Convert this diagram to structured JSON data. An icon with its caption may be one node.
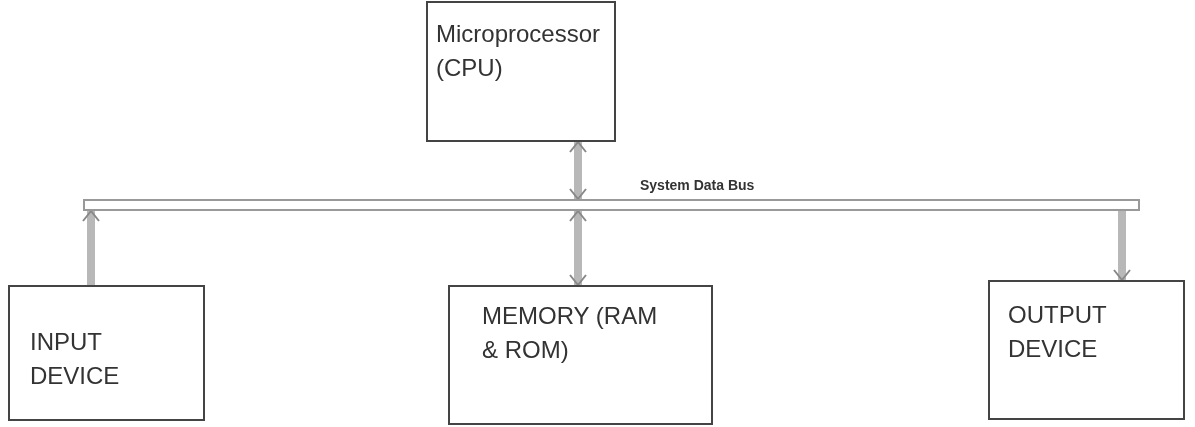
{
  "diagram": {
    "nodes": [
      {
        "text": [
          "Microprocessor (CPU)"
        ]
      },
      {
        "text": [
          "System Data Bus"
        ]
      },
      {
        "text": [
          "INPUT DEVICE"
        ]
      },
      {
        "text": [
          "MEMORY (RAM & ROM)"
        ]
      },
      {
        "text": [
          "OUTPUT DEVICE"
        ]
      }
    ],
    "edges": [
      {
        "from": 2,
        "to": 1,
        "arrow": "to"
      },
      {
        "from": 0,
        "to": 1,
        "arrow": "both"
      },
      {
        "from": 1,
        "to": 3,
        "arrow": "both"
      },
      {
        "from": 1,
        "to": 4,
        "arrow": "to"
      }
    ]
  }
}
